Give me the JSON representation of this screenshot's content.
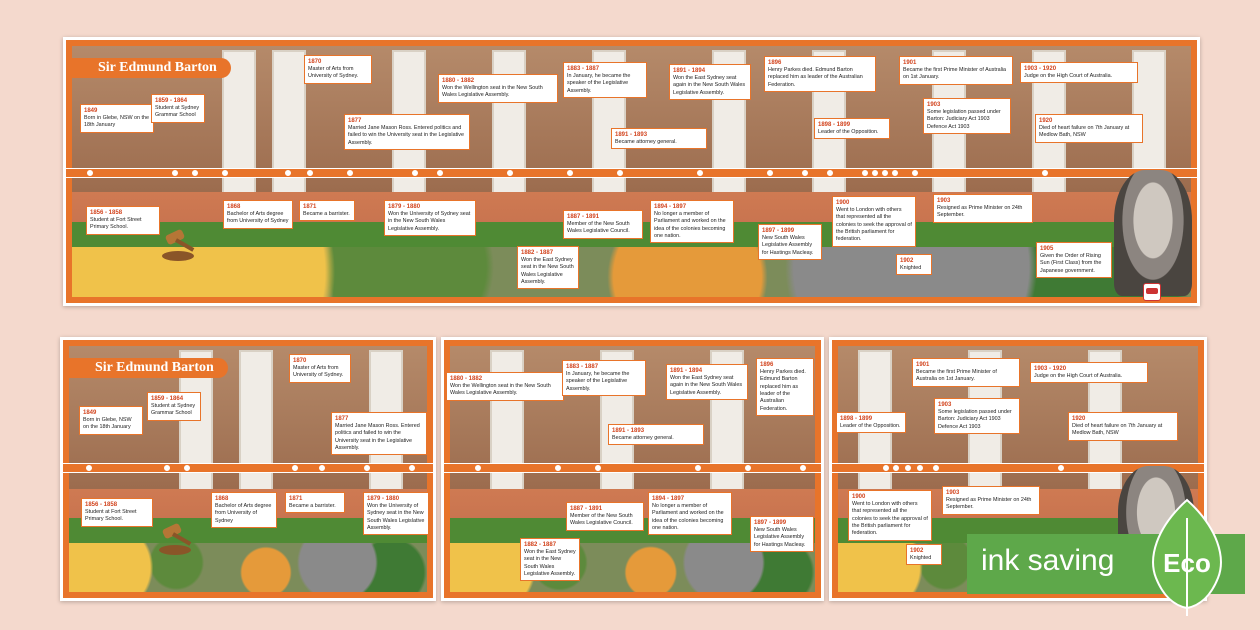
{
  "title": "Sir Edmund Barton",
  "events": {
    "e1849": {
      "year": "1849",
      "text": "Born in Glebe, NSW on the 18th January"
    },
    "e1856": {
      "year": "1856 - 1858",
      "text": "Student at Fort Street Primary School."
    },
    "e1859": {
      "year": "1859 - 1864",
      "text": "Student at Sydney Grammar School"
    },
    "e1868": {
      "year": "1868",
      "text": "Bachelor of Arts degree from University of Sydney"
    },
    "e1870": {
      "year": "1870",
      "text": "Master of Arts from University of Sydney."
    },
    "e1871": {
      "year": "1871",
      "text": "Became a barrister."
    },
    "e1877": {
      "year": "1877",
      "text": "Married Jane Mason Ross. Entered politics and failed to win the University seat in the Legislative Assembly."
    },
    "e1879": {
      "year": "1879 - 1880",
      "text": "Won the University of Sydney seat in the New South Wales Legislative Assembly."
    },
    "e1880": {
      "year": "1880 - 1882",
      "text": "Won the Wellington seat in the New South Wales Legislative Assembly."
    },
    "e1882": {
      "year": "1882 - 1887",
      "text": "Won the East Sydney seat in the New South Wales Legislative Assembly."
    },
    "e1883": {
      "year": "1883 - 1887",
      "text": "In January, he became the speaker of the Legislative Assembly."
    },
    "e1887": {
      "year": "1887 - 1891",
      "text": "Member of the New South Wales Legislative Council."
    },
    "e1891a": {
      "year": "1891 - 1894",
      "text": "Won the East Sydney seat again in the New South Wales Legislative Assembly."
    },
    "e1891b": {
      "year": "1891 - 1893",
      "text": "Became attorney general."
    },
    "e1894": {
      "year": "1894 - 1897",
      "text": "No longer a member of Parliament and worked on the idea of the colonies becoming one nation."
    },
    "e1896": {
      "year": "1896",
      "text": "Henry Parkes died. Edmund Barton replaced him as leader of the Australian Federation."
    },
    "e1897": {
      "year": "1897 - 1899",
      "text": "New South Wales Legislative Assembly for Hastings Macleay."
    },
    "e1898": {
      "year": "1898 - 1899",
      "text": "Leader of the Opposition."
    },
    "e1900": {
      "year": "1900",
      "text": "Went to London with others that represented all the colonies to seek the approval of the British parliament for federation."
    },
    "e1901": {
      "year": "1901",
      "text": "Became the first Prime Minister of Australia on 1st January."
    },
    "e1902": {
      "year": "1902",
      "text": "Knighted"
    },
    "e1903a": {
      "year": "1903",
      "text": "Some legislation passed under Barton: Judiciary Act 1903 Defence Act 1903"
    },
    "e1903b": {
      "year": "1903",
      "text": "Resigned as Prime Minister on 24th September."
    },
    "e1903c": {
      "year": "1903 - 1920",
      "text": "Judge on the High Court of Australia."
    },
    "e1905": {
      "year": "1905",
      "text": "Given the Order of Rising Sun (First Class) from the Japanese government."
    },
    "e1920": {
      "year": "1920",
      "text": "Died of heart failure on 7th January at Medlow Bath, NSW"
    }
  },
  "eco_badge": {
    "text": "ink saving",
    "tag": "Eco"
  },
  "colors": {
    "accent": "#e8742a",
    "year": "#d2441e",
    "eco": "#5ea84a",
    "background": "#f4d9cd"
  }
}
